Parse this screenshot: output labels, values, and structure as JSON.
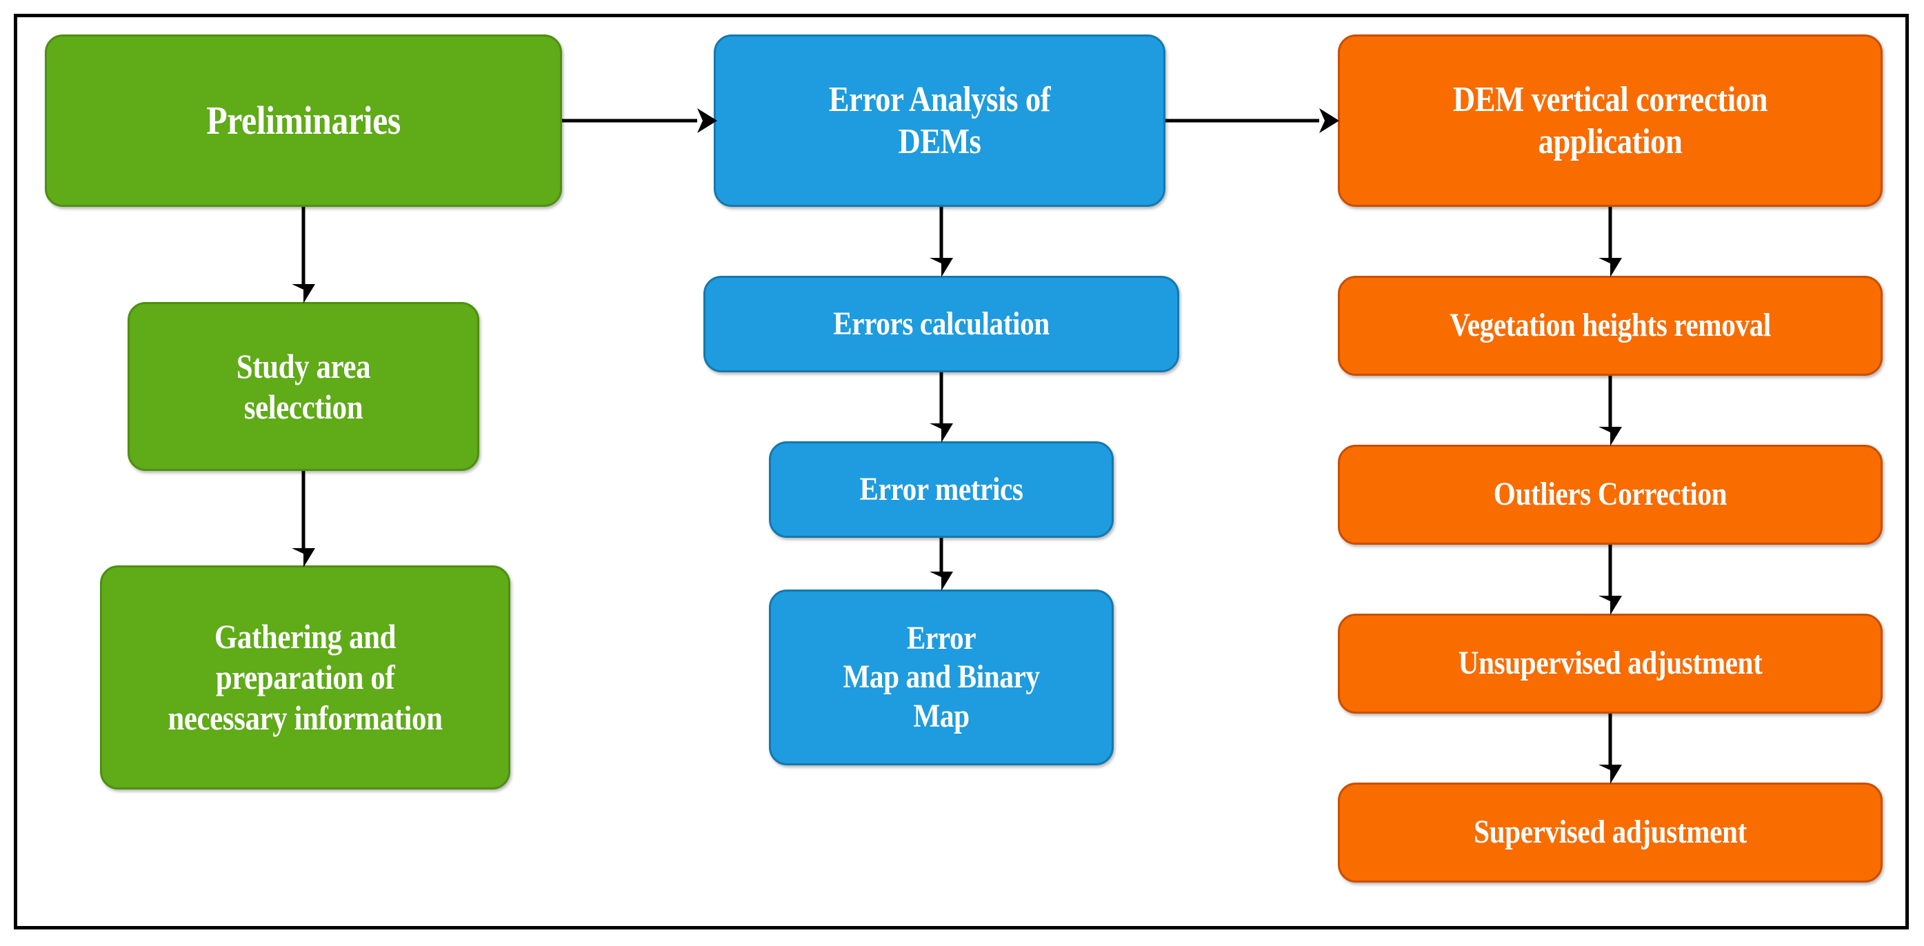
{
  "diagram": {
    "title": "DEM vertical correction workflow flowchart",
    "frame_color": "#000000",
    "background": "#ffffff",
    "columns": [
      {
        "name": "preliminaries-column",
        "color": "#5FAB18",
        "nodes": [
          {
            "id": "preliminaries",
            "label": "Preliminaries"
          },
          {
            "id": "study-area-selection",
            "label": "Study area\nselecction"
          },
          {
            "id": "gathering-preparation",
            "label": "Gathering and\npreparation of\nnecessary information"
          }
        ]
      },
      {
        "name": "error-analysis-column",
        "color": "#1E9CDF",
        "nodes": [
          {
            "id": "error-analysis-of-dems",
            "label": "Error Analysis of\nDEMs"
          },
          {
            "id": "errors-calculation",
            "label": "Errors calculation"
          },
          {
            "id": "error-metrics",
            "label": "Error metrics"
          },
          {
            "id": "error-map-binary-map",
            "label": "Error\nMap and Binary\nMap"
          }
        ]
      },
      {
        "name": "dem-correction-column",
        "color": "#F96C00",
        "nodes": [
          {
            "id": "dem-vertical-correction-application",
            "label": "DEM vertical correction\napplication"
          },
          {
            "id": "vegetation-heights-removal",
            "label": "Vegetation heights removal"
          },
          {
            "id": "outliers-correction",
            "label": "Outliers Correction"
          },
          {
            "id": "unsupervised-adjustment",
            "label": "Unsupervised adjustment"
          },
          {
            "id": "supervised-adjustment",
            "label": "Supervised adjustment"
          }
        ]
      }
    ],
    "connectors": [
      {
        "id": "preliminaries-to-error-analysis",
        "from": "preliminaries",
        "to": "error-analysis-of-dems",
        "direction": "horizontal"
      },
      {
        "id": "error-analysis-to-dem-correction",
        "from": "error-analysis-of-dems",
        "to": "dem-vertical-correction-application",
        "direction": "horizontal"
      },
      {
        "id": "preliminaries-to-study-area",
        "from": "preliminaries",
        "to": "study-area-selection",
        "direction": "vertical"
      },
      {
        "id": "study-area-to-gathering",
        "from": "study-area-selection",
        "to": "gathering-preparation",
        "direction": "vertical"
      },
      {
        "id": "error-analysis-to-errors-calculation",
        "from": "error-analysis-of-dems",
        "to": "errors-calculation",
        "direction": "vertical"
      },
      {
        "id": "errors-calculation-to-error-metrics",
        "from": "errors-calculation",
        "to": "error-metrics",
        "direction": "vertical"
      },
      {
        "id": "error-metrics-to-error-map",
        "from": "error-metrics",
        "to": "error-map-binary-map",
        "direction": "vertical"
      },
      {
        "id": "dem-correction-to-vegetation-removal",
        "from": "dem-vertical-correction-application",
        "to": "vegetation-heights-removal",
        "direction": "vertical"
      },
      {
        "id": "vegetation-removal-to-outliers",
        "from": "vegetation-heights-removal",
        "to": "outliers-correction",
        "direction": "vertical"
      },
      {
        "id": "outliers-to-unsupervised",
        "from": "outliers-correction",
        "to": "unsupervised-adjustment",
        "direction": "vertical"
      },
      {
        "id": "unsupervised-to-supervised",
        "from": "unsupervised-adjustment",
        "to": "supervised-adjustment",
        "direction": "vertical"
      }
    ]
  }
}
